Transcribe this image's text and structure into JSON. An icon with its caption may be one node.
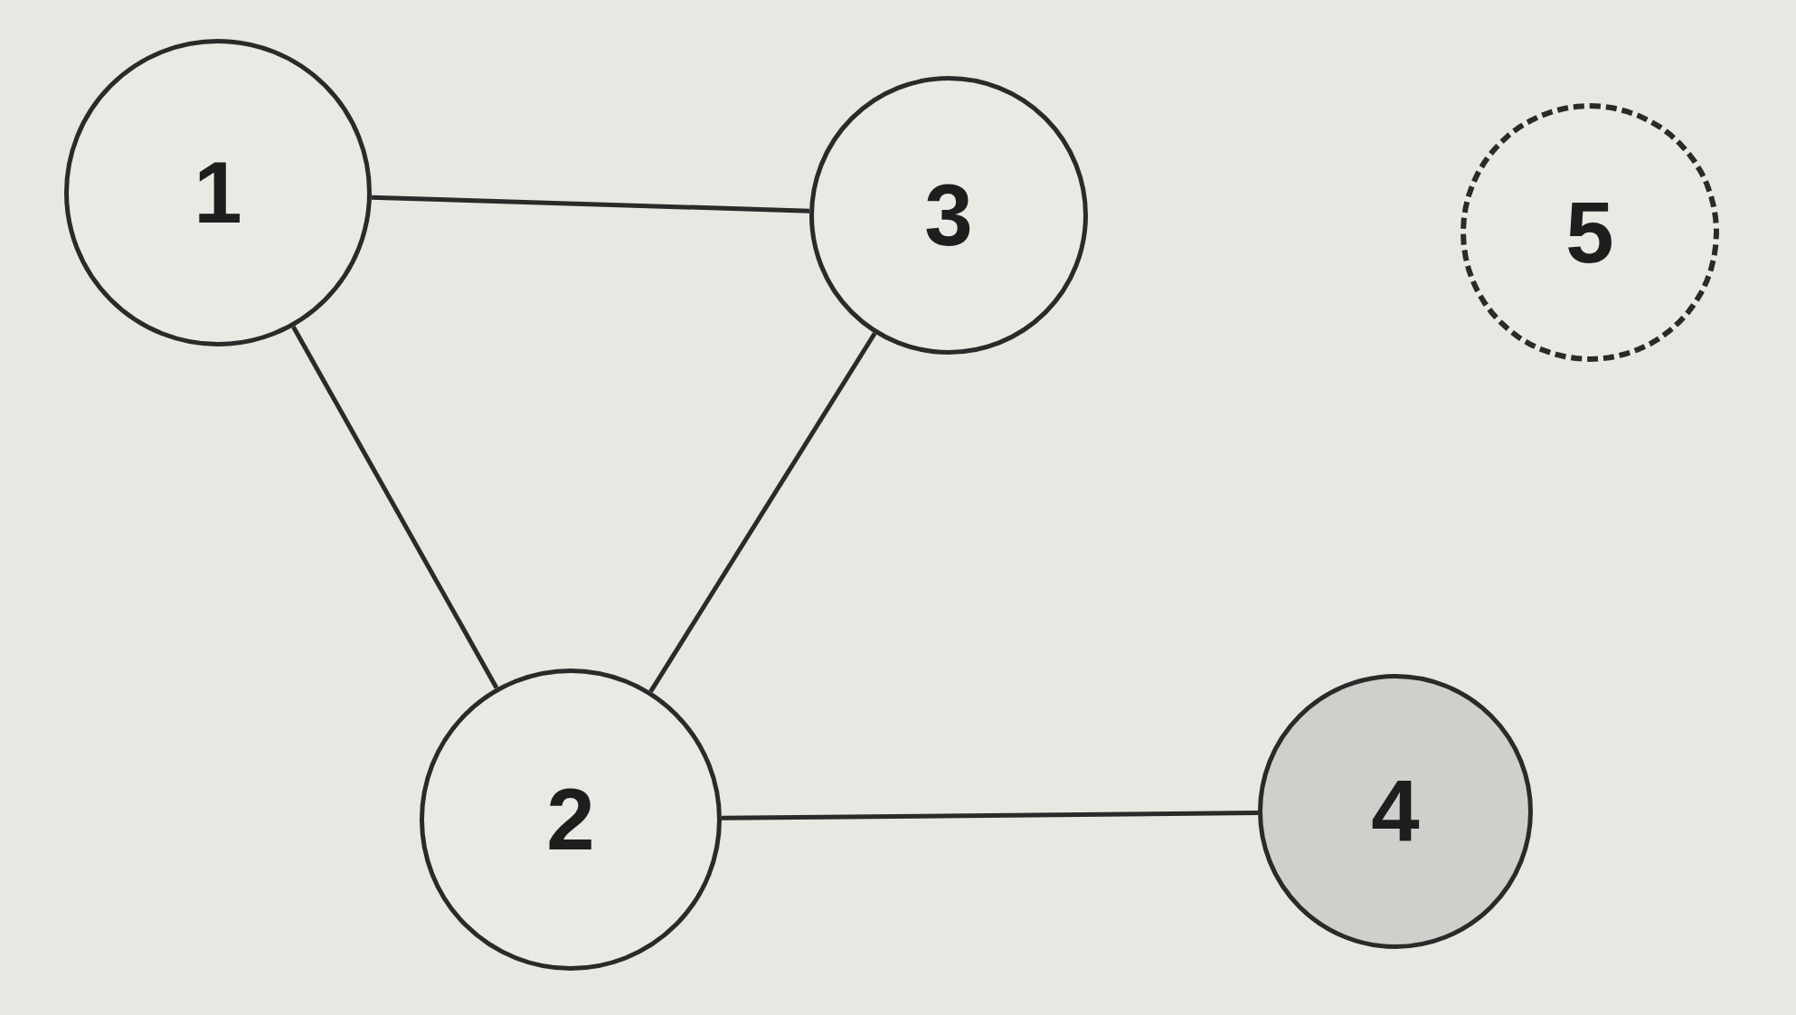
{
  "diagram": {
    "nodes": [
      {
        "text": [
          "1"
        ]
      },
      {
        "text": [
          "3"
        ]
      },
      {
        "text": [
          "5"
        ]
      },
      {
        "text": [
          "2"
        ]
      },
      {
        "text": [
          "4"
        ]
      }
    ],
    "edges": [
      {
        "from": 0,
        "to": 1,
        "arrow": "none"
      },
      {
        "from": 0,
        "to": 3,
        "arrow": "none"
      },
      {
        "from": 1,
        "to": 3,
        "arrow": "none"
      },
      {
        "from": 3,
        "to": 4,
        "arrow": "none"
      }
    ]
  }
}
